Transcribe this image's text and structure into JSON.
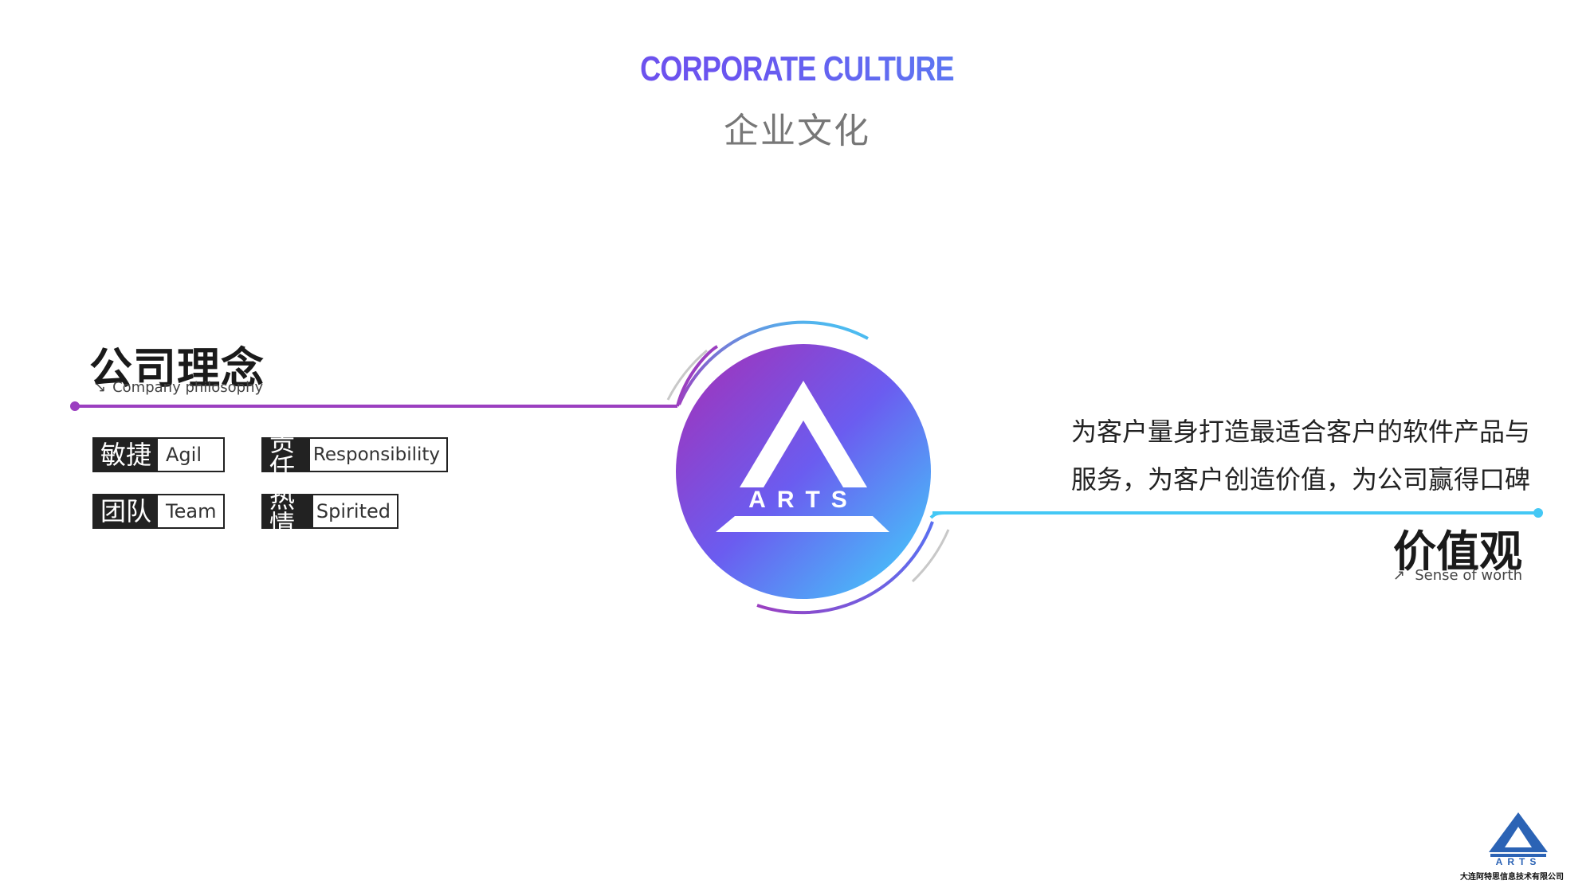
{
  "header": {
    "title_en": "CORPORATE CULTURE",
    "title_cn": "企业文化"
  },
  "philosophy": {
    "heading": "公司理念",
    "subheading": "Company philosophy",
    "tags": [
      {
        "cn": "敏捷",
        "en": "Agil"
      },
      {
        "cn": "责任",
        "en": "Responsibility"
      },
      {
        "cn": "团队",
        "en": "Team"
      },
      {
        "cn": "热情",
        "en": "Spirited"
      }
    ]
  },
  "values": {
    "description_line1": "为客户量身打造最适合客户的软件产品与",
    "description_line2": "服务，为客户创造价值，为公司赢得口碑",
    "heading": "价值观",
    "subheading": "Sense of worth"
  },
  "logo": {
    "text": "ARTS"
  },
  "footer": {
    "logo_text": "ARTS",
    "company_name": "大连阿特思信息技术有限公司"
  },
  "colors": {
    "purple": "#9b3fc0",
    "blue": "#44c8f5",
    "gray_arc": "#c8c8c8"
  }
}
